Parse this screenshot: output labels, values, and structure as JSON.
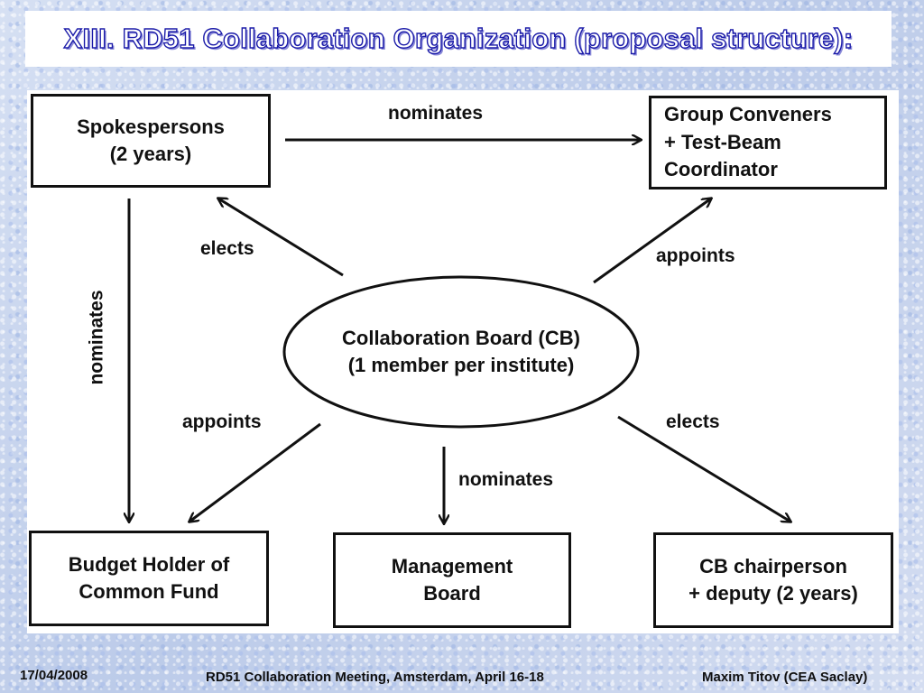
{
  "title": "XIII. RD51 Collaboration Organization (proposal structure):",
  "diagram": {
    "nodes": {
      "spokespersons": "Spokespersons\n(2 years)",
      "group_conveners": "Group Conveners\n+ Test-Beam\n  Coordinator",
      "collaboration_board": "Collaboration Board (CB)\n(1 member per institute)",
      "budget_holder": "Budget Holder of\nCommon Fund",
      "management_board": "Management\nBoard",
      "cb_chairperson": "CB chairperson\n+ deputy (2 years)"
    },
    "edges": {
      "spokespersons_to_conveners": "nominates",
      "cb_to_spokespersons": "elects",
      "cb_to_conveners": "appoints",
      "spokespersons_to_budget": "nominates",
      "cb_to_budget": "appoints",
      "cb_to_management": "nominates",
      "cb_to_chairperson": "elects"
    }
  },
  "footer": {
    "date": "17/04/2008",
    "meeting": "RD51 Collaboration Meeting, Amsterdam, April 16-18",
    "author": "Maxim Titov (CEA Saclay)"
  }
}
